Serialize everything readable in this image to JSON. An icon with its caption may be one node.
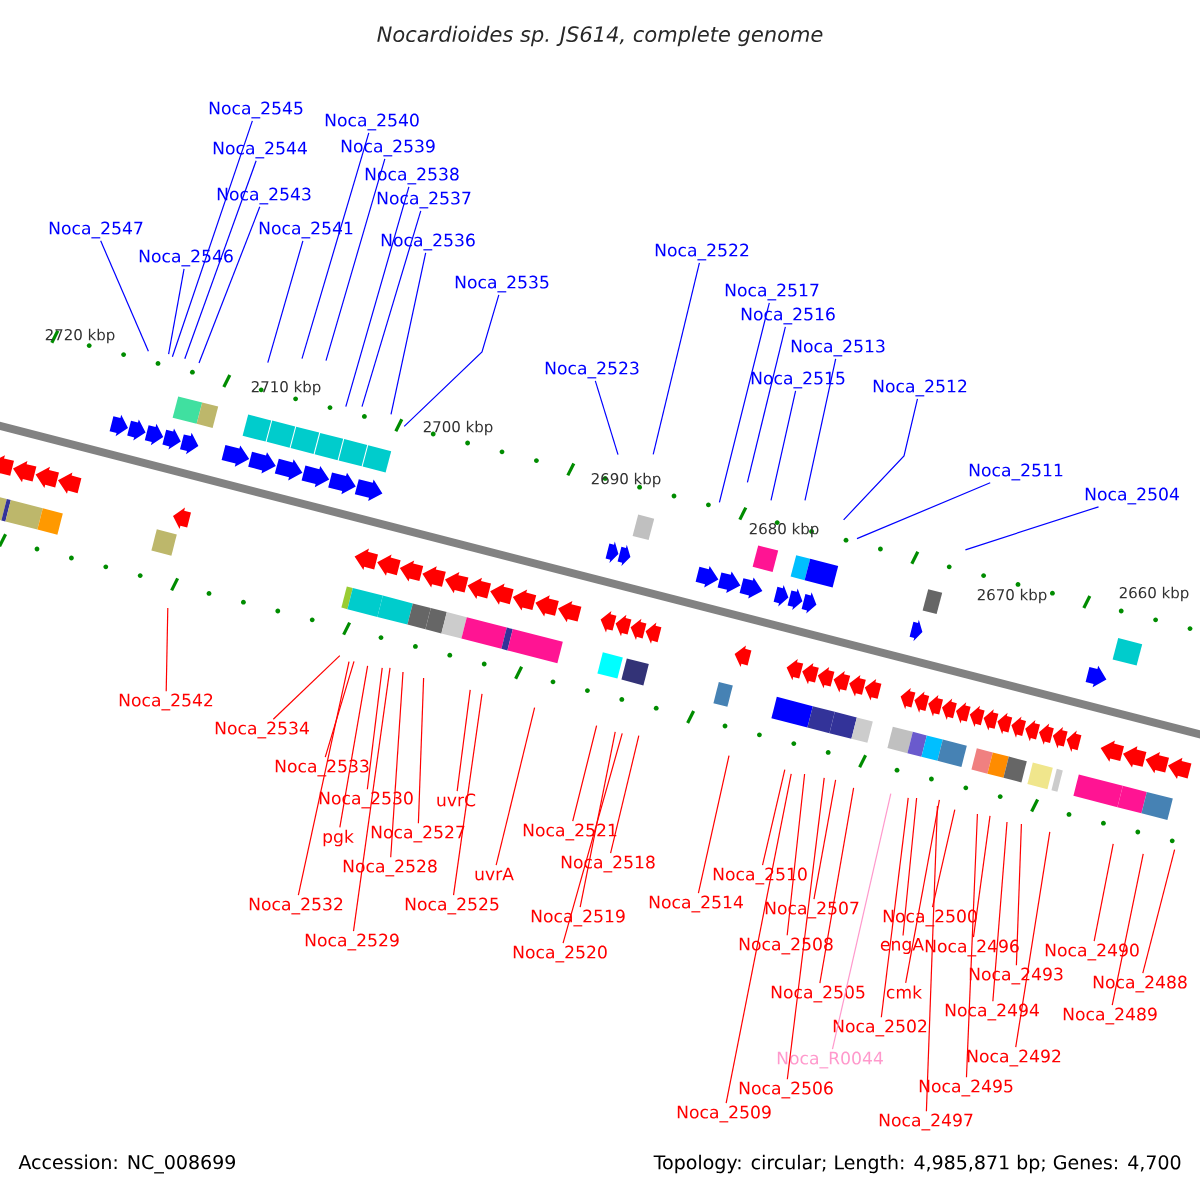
{
  "diagram": {
    "title": "Nocardioides sp. JS614, complete genome",
    "nodes": [
      {
        "text": [
          "Noca_2545"
        ]
      },
      {
        "text": [
          "Noca_2544"
        ]
      },
      {
        "text": [
          "Noca_2543"
        ]
      },
      {
        "text": [
          "Noca_2547"
        ]
      },
      {
        "text": [
          "Noca_2546"
        ]
      },
      {
        "text": [
          "Noca_2540"
        ]
      },
      {
        "text": [
          "Noca_2539"
        ]
      },
      {
        "text": [
          "Noca_2541"
        ]
      },
      {
        "text": [
          "Noca_2538"
        ]
      },
      {
        "text": [
          "Noca_2537"
        ]
      },
      {
        "text": [
          "Noca_2536"
        ]
      },
      {
        "text": [
          "Noca_2535"
        ]
      },
      {
        "text": [
          "Noca_2522"
        ]
      },
      {
        "text": [
          "Noca_2517"
        ]
      },
      {
        "text": [
          "Noca_2516"
        ]
      },
      {
        "text": [
          "Noca_2513"
        ]
      },
      {
        "text": [
          "Noca_2523"
        ]
      },
      {
        "text": [
          "Noca_2515"
        ]
      },
      {
        "text": [
          "Noca_2512"
        ]
      },
      {
        "text": [
          "Noca_2511"
        ]
      },
      {
        "text": [
          "Noca_2504"
        ]
      },
      {
        "text": [
          "Noca_2542"
        ]
      },
      {
        "text": [
          "Noca_2534"
        ]
      },
      {
        "text": [
          "Noca_2533"
        ]
      },
      {
        "text": [
          "Noca_2530"
        ]
      },
      {
        "text": [
          "uvrC"
        ]
      },
      {
        "text": [
          "pgk"
        ]
      },
      {
        "text": [
          "Noca_2527"
        ]
      },
      {
        "text": [
          "Noca_2528"
        ]
      },
      {
        "text": [
          "uvrA"
        ]
      },
      {
        "text": [
          "Noca_2532"
        ]
      },
      {
        "text": [
          "Noca_2525"
        ]
      },
      {
        "text": [
          "Noca_2529"
        ]
      },
      {
        "text": [
          "Noca_2521"
        ]
      },
      {
        "text": [
          "Noca_2518"
        ]
      },
      {
        "text": [
          "Noca_2519"
        ]
      },
      {
        "text": [
          "Noca_2520"
        ]
      },
      {
        "text": [
          "Noca_2514"
        ]
      },
      {
        "text": [
          "Noca_2510"
        ]
      },
      {
        "text": [
          "Noca_2507"
        ]
      },
      {
        "text": [
          "Noca_2508"
        ]
      },
      {
        "text": [
          "engA"
        ]
      },
      {
        "text": [
          "Noca_2505"
        ]
      },
      {
        "text": [
          "cmk"
        ]
      },
      {
        "text": [
          "Noca_2502"
        ]
      },
      {
        "text": [
          "Noca_R0044"
        ]
      },
      {
        "text": [
          "Noca_2506"
        ]
      },
      {
        "text": [
          "Noca_2509"
        ]
      },
      {
        "text": [
          "Noca_2500"
        ]
      },
      {
        "text": [
          "Noca_2496"
        ]
      },
      {
        "text": [
          "Noca_2493"
        ]
      },
      {
        "text": [
          "Noca_2494"
        ]
      },
      {
        "text": [
          "Noca_2492"
        ]
      },
      {
        "text": [
          "Noca_2495"
        ]
      },
      {
        "text": [
          "Noca_2497"
        ]
      },
      {
        "text": [
          "Noca_2490"
        ]
      },
      {
        "text": [
          "Noca_2488"
        ]
      },
      {
        "text": [
          "Noca_2489"
        ]
      }
    ],
    "edges": [
      {
        "from": 0,
        "to": null,
        "arrow": "none",
        "color": "#0000ff"
      },
      {
        "from": 1,
        "to": null,
        "arrow": "none",
        "color": "#0000ff"
      },
      {
        "from": 2,
        "to": null,
        "arrow": "none",
        "color": "#0000ff"
      },
      {
        "from": 3,
        "to": null,
        "arrow": "none",
        "color": "#0000ff"
      },
      {
        "from": 4,
        "to": null,
        "arrow": "none",
        "color": "#0000ff"
      },
      {
        "from": 5,
        "to": null,
        "arrow": "none",
        "color": "#0000ff"
      },
      {
        "from": 6,
        "to": null,
        "arrow": "none",
        "color": "#0000ff"
      },
      {
        "from": 7,
        "to": null,
        "arrow": "none",
        "color": "#0000ff"
      },
      {
        "from": 8,
        "to": null,
        "arrow": "none",
        "color": "#0000ff"
      },
      {
        "from": 9,
        "to": null,
        "arrow": "none",
        "color": "#0000ff"
      },
      {
        "from": 10,
        "to": null,
        "arrow": "none",
        "color": "#0000ff"
      },
      {
        "from": 11,
        "to": null,
        "arrow": "none",
        "color": "#0000ff"
      },
      {
        "from": 12,
        "to": null,
        "arrow": "none",
        "color": "#0000ff"
      },
      {
        "from": 13,
        "to": null,
        "arrow": "none",
        "color": "#0000ff"
      },
      {
        "from": 14,
        "to": null,
        "arrow": "none",
        "color": "#0000ff"
      },
      {
        "from": 15,
        "to": null,
        "arrow": "none",
        "color": "#0000ff"
      },
      {
        "from": 16,
        "to": null,
        "arrow": "none",
        "color": "#0000ff"
      },
      {
        "from": 17,
        "to": null,
        "arrow": "none",
        "color": "#0000ff"
      },
      {
        "from": 18,
        "to": null,
        "arrow": "none",
        "color": "#0000ff"
      },
      {
        "from": 19,
        "to": null,
        "arrow": "none",
        "color": "#0000ff"
      },
      {
        "from": 20,
        "to": null,
        "arrow": "none",
        "color": "#0000ff"
      },
      {
        "from": 21,
        "to": null,
        "arrow": "none"
      },
      {
        "from": 22,
        "to": null,
        "arrow": "none"
      },
      {
        "from": 23,
        "to": null,
        "arrow": "none"
      },
      {
        "from": 24,
        "to": null,
        "arrow": "none"
      },
      {
        "from": 25,
        "to": null,
        "arrow": "none"
      },
      {
        "from": 26,
        "to": null,
        "arrow": "none"
      },
      {
        "from": 27,
        "to": null,
        "arrow": "none"
      },
      {
        "from": 28,
        "to": null,
        "arrow": "none"
      },
      {
        "from": 29,
        "to": null,
        "arrow": "none"
      },
      {
        "from": 30,
        "to": null,
        "arrow": "none"
      },
      {
        "from": 31,
        "to": null,
        "arrow": "none"
      },
      {
        "from": 32,
        "to": null,
        "arrow": "none"
      },
      {
        "from": 33,
        "to": null,
        "arrow": "none"
      },
      {
        "from": 34,
        "to": null,
        "arrow": "none"
      },
      {
        "from": 35,
        "to": null,
        "arrow": "none"
      },
      {
        "from": 36,
        "to": null,
        "arrow": "none"
      },
      {
        "from": 37,
        "to": null,
        "arrow": "none"
      },
      {
        "from": 38,
        "to": null,
        "arrow": "none"
      },
      {
        "from": 39,
        "to": null,
        "arrow": "none"
      },
      {
        "from": 40,
        "to": null,
        "arrow": "none"
      },
      {
        "from": 41,
        "to": null,
        "arrow": "none"
      },
      {
        "from": 42,
        "to": null,
        "arrow": "none"
      },
      {
        "from": 43,
        "to": null,
        "arrow": "none"
      },
      {
        "from": 44,
        "to": null,
        "arrow": "none"
      },
      {
        "from": 45,
        "to": null,
        "arrow": "none",
        "color": "#ff99cc"
      },
      {
        "from": 46,
        "to": null,
        "arrow": "none"
      },
      {
        "from": 47,
        "to": null,
        "arrow": "none"
      },
      {
        "from": 48,
        "to": null,
        "arrow": "none"
      },
      {
        "from": 49,
        "to": null,
        "arrow": "none"
      },
      {
        "from": 50,
        "to": null,
        "arrow": "none"
      },
      {
        "from": 51,
        "to": null,
        "arrow": "none"
      },
      {
        "from": 52,
        "to": null,
        "arrow": "none"
      },
      {
        "from": 53,
        "to": null,
        "arrow": "none"
      },
      {
        "from": 54,
        "to": null,
        "arrow": "none"
      },
      {
        "from": 55,
        "to": null,
        "arrow": "none"
      },
      {
        "from": 56,
        "to": null,
        "arrow": "none"
      },
      {
        "from": 57,
        "to": null,
        "arrow": "none"
      }
    ],
    "labels": [
      "2720 kbp",
      "2710 kbp",
      "2700 kbp",
      "2690 kbp",
      "2680 kbp",
      "2670 kbp",
      "2660 kbp",
      "Accession: NC_008699",
      "Topology: circular; Length: 4,985,871 bp; Genes: 4,700"
    ]
  }
}
